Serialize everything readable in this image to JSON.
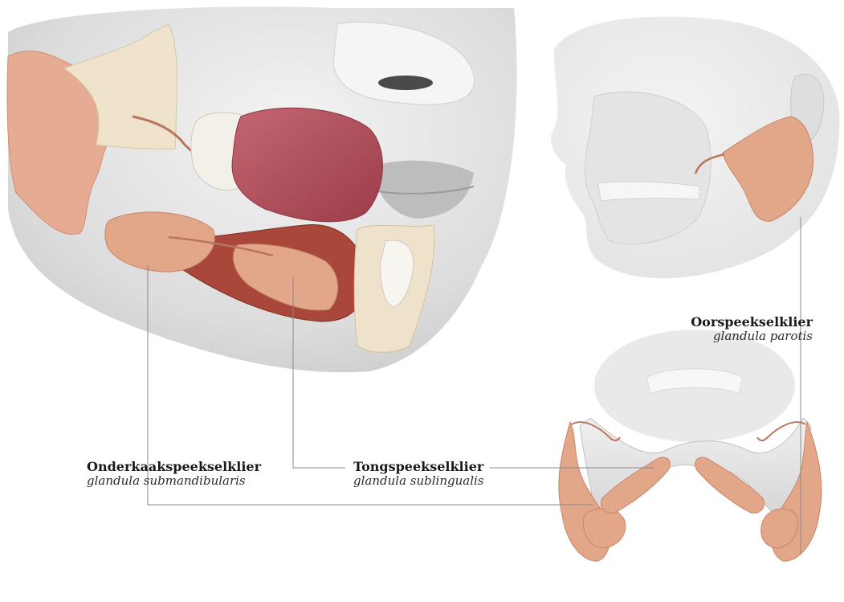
{
  "labels": {
    "parotis": {
      "name": "Oorspeekselklier",
      "latin": "glandula parotis"
    },
    "submandibularis": {
      "name": "Onderkaakspeekselklier",
      "latin": "glandula submandibularis"
    },
    "sublingualis": {
      "name": "Tongspeekselklier",
      "latin": "glandula sublingualis"
    }
  },
  "colors": {
    "gland": "#e2a689",
    "gland_stroke": "#c98466",
    "tongue": "#b5505d",
    "muscle": "#a8483a",
    "bone": "#efe2cb",
    "skin": "#e9e9e9",
    "leader": "#8a8a8a"
  }
}
